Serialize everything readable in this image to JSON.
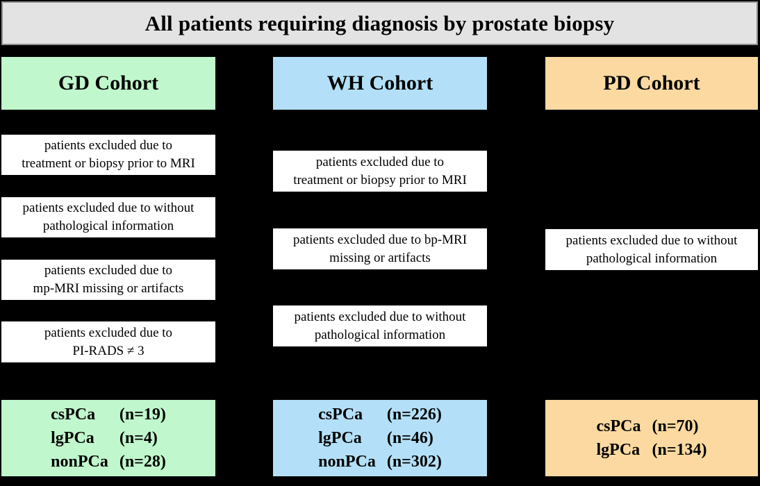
{
  "title": "All patients requiring diagnosis by prostate biopsy",
  "colors": {
    "canvas-bg": "#000000",
    "title-bg": "#e3e3e3",
    "title-border": "#8f8f8f",
    "gd-accent": "#c0f7cc",
    "wh-accent": "#b3e0f8",
    "pd-accent": "#fbd9a0",
    "box-bg": "#ffffff",
    "text-color": "#000000"
  },
  "columns": [
    {
      "id": "GD",
      "header": "GD Cohort",
      "exclusions": [
        {
          "lines": [
            "patients excluded due to",
            "treatment or biopsy prior to MRI"
          ]
        },
        {
          "lines": [
            "patients excluded due to without",
            "pathological information"
          ]
        },
        {
          "lines": [
            "patients excluded due to",
            "mp-MRI missing or artifacts"
          ]
        },
        {
          "lines": [
            "patients excluded due to",
            "PI-RADS ≠ 3"
          ]
        }
      ],
      "results": [
        {
          "label": "csPCa",
          "value": "(n=19)"
        },
        {
          "label": "lgPCa",
          "value": "(n=4)"
        },
        {
          "label": "nonPCa",
          "value": "(n=28)"
        }
      ]
    },
    {
      "id": "WH",
      "header": "WH Cohort",
      "exclusions": [
        {
          "lines": [
            "patients excluded due to",
            "treatment or biopsy prior to MRI"
          ]
        },
        {
          "lines": [
            "patients excluded due to bp-MRI",
            "missing or artifacts"
          ]
        },
        {
          "lines": [
            "patients excluded due to without",
            "pathological information"
          ]
        }
      ],
      "results": [
        {
          "label": "csPCa",
          "value": "(n=226)"
        },
        {
          "label": "lgPCa",
          "value": "(n=46)"
        },
        {
          "label": "nonPCa",
          "value": "(n=302)"
        }
      ]
    },
    {
      "id": "PD",
      "header": "PD Cohort",
      "exclusions": [
        {
          "lines": [
            "patients excluded due to without",
            "pathological information"
          ]
        }
      ],
      "results": [
        {
          "label": "csPCa",
          "value": "(n=70)"
        },
        {
          "label": "lgPCa",
          "value": "(n=134)"
        }
      ]
    }
  ]
}
